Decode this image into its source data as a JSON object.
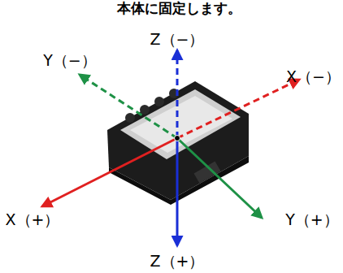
{
  "diagram": {
    "labels": [
      "本体に固定します。",
      "Z（−）",
      "Y（−）",
      "X（−）",
      "X（+）",
      "Y（+）",
      "Z（+）"
    ]
  }
}
